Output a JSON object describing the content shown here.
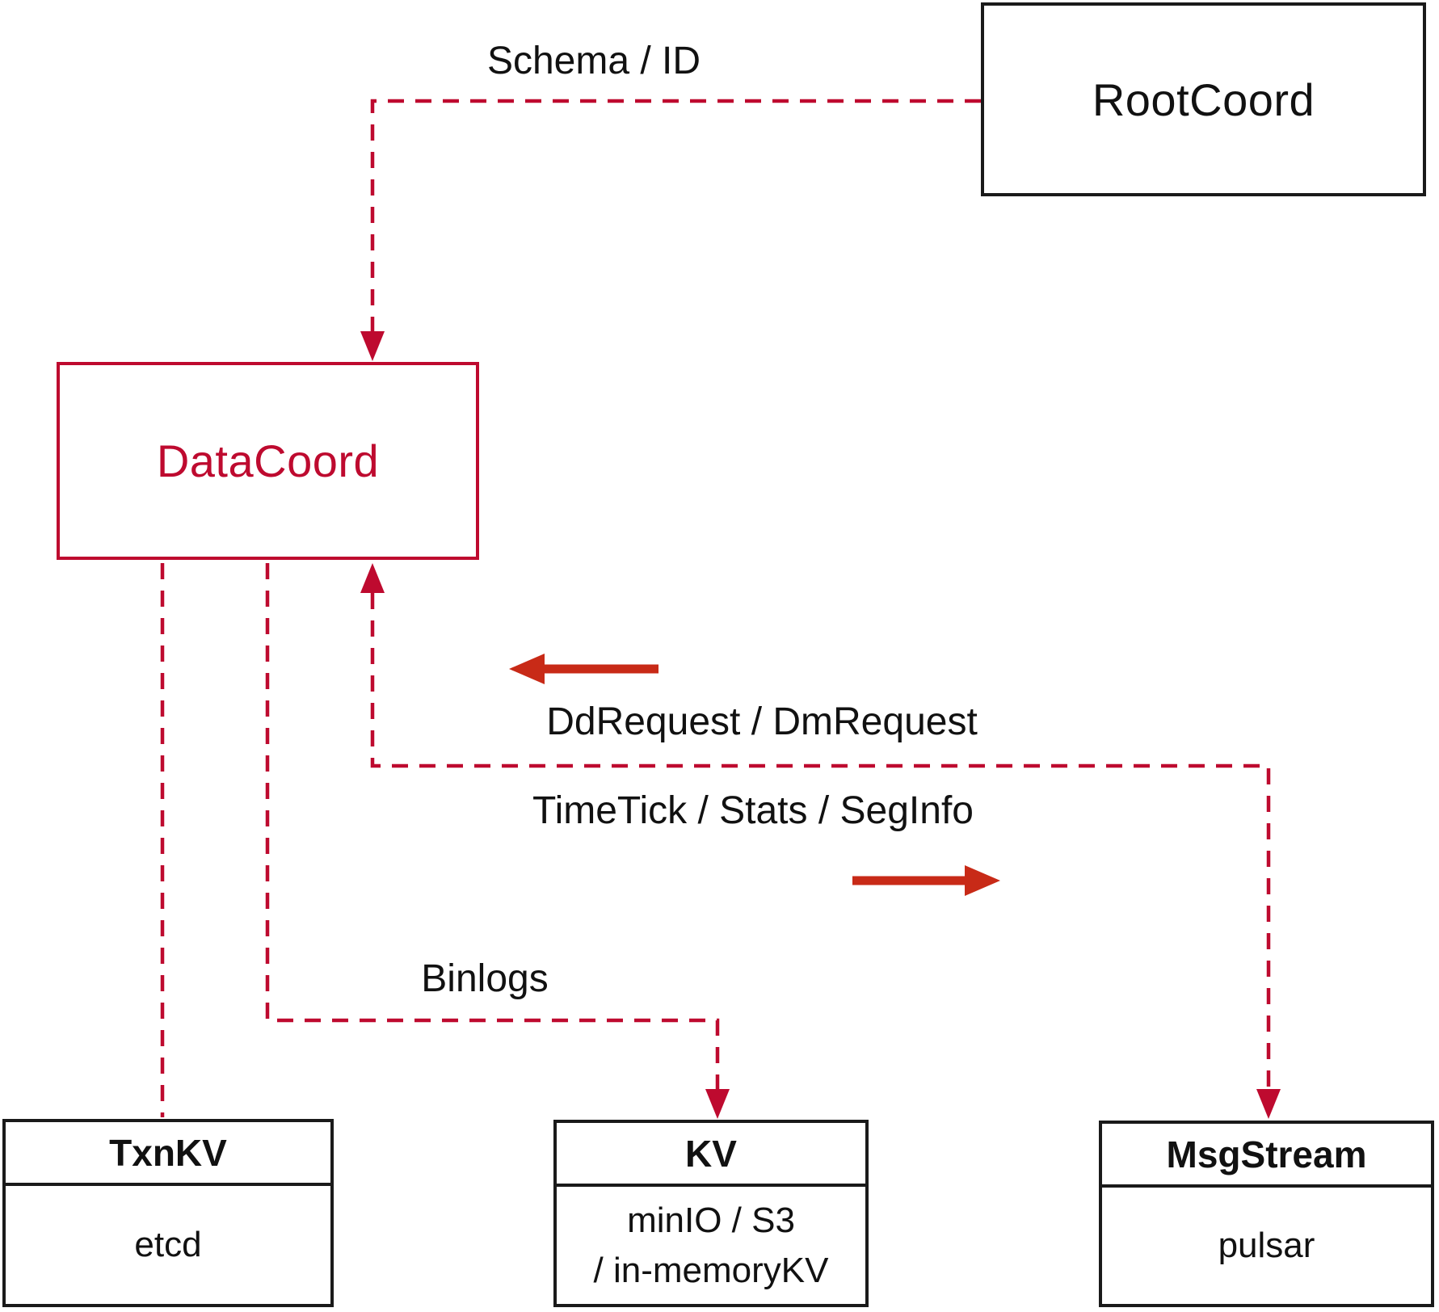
{
  "colors": {
    "connector_red": "#be0a2f",
    "solid_arrow_red": "#c82a17",
    "line_black": "#1a1a1a"
  },
  "nodes": {
    "rootcoord": {
      "label": "RootCoord"
    },
    "datacoord": {
      "label": "DataCoord"
    },
    "txnkv": {
      "title": "TxnKV",
      "body": "etcd"
    },
    "kv": {
      "title": "KV",
      "body_line1": "minIO / S3",
      "body_line2": "/ in-memoryKV"
    },
    "msgstream": {
      "title": "MsgStream",
      "body": "pulsar"
    }
  },
  "edges": {
    "schema_id": {
      "label": "Schema / ID"
    },
    "dd_dm": {
      "label": "DdRequest / DmRequest"
    },
    "timetick": {
      "label": "TimeTick / Stats / SegInfo"
    },
    "binlogs": {
      "label": "Binlogs"
    }
  }
}
